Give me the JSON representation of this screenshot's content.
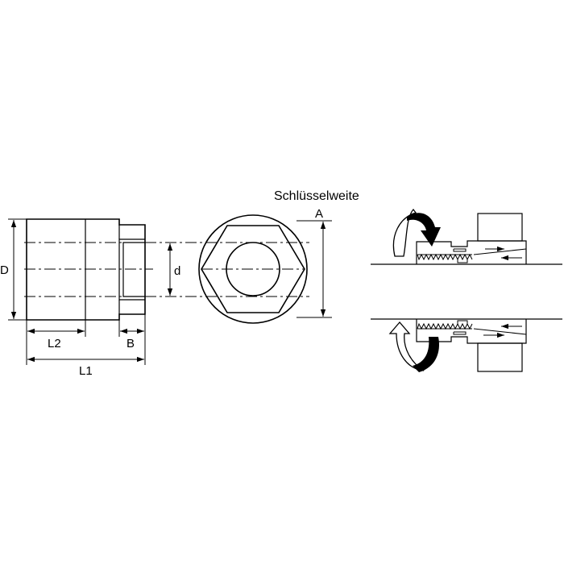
{
  "labels": {
    "title": "Schlüsselweite",
    "D": "D",
    "L2": "L2",
    "B": "B",
    "L1": "L1",
    "d": "d",
    "A": "A"
  }
}
